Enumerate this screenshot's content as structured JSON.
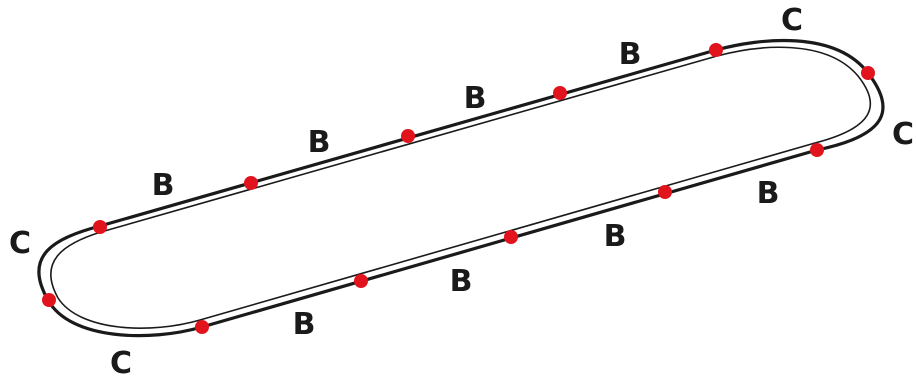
{
  "diagram": {
    "joint_color": "#e1141e",
    "rail_color": "#1a1a1a",
    "segments": [
      {
        "id": "b1",
        "label": "B"
      },
      {
        "id": "b2",
        "label": "B"
      },
      {
        "id": "b3",
        "label": "B"
      },
      {
        "id": "b4",
        "label": "B"
      },
      {
        "id": "b5",
        "label": "B"
      },
      {
        "id": "b6",
        "label": "B"
      },
      {
        "id": "b7",
        "label": "B"
      },
      {
        "id": "b8",
        "label": "B"
      },
      {
        "id": "c1",
        "label": "C"
      },
      {
        "id": "c2",
        "label": "C"
      },
      {
        "id": "c3",
        "label": "C"
      },
      {
        "id": "c4",
        "label": "C"
      }
    ]
  }
}
